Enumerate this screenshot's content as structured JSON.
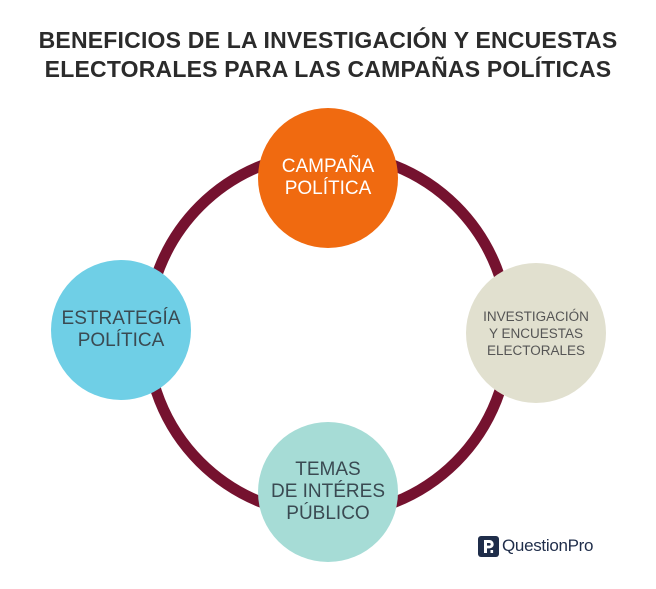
{
  "title": {
    "line1": "BENEFICIOS DE LA INVESTIGACIÓN Y ENCUESTAS",
    "line2": "ELECTORALES PARA LAS CAMPAÑAS POLÍTICAS"
  },
  "nodes": {
    "campana": {
      "line1": "CAMPAÑA",
      "line2": "POLÍTICA"
    },
    "estrategia": {
      "line1": "ESTRATEGÍA",
      "line2": "POLÍTICA"
    },
    "investigacion": {
      "line1": "INVESTIGACIÓN",
      "line2": "Y ENCUESTAS",
      "line3": "ELECTORALES"
    },
    "temas": {
      "line1": "TEMAS",
      "line2": "DE INTÉRES",
      "line3": "PÚBLICO"
    }
  },
  "colors": {
    "ring": "#75122f",
    "campana": "#f06a10",
    "estrategia": "#6fcfe6",
    "investigacion": "#e1e0cf",
    "temas": "#a6dcd6",
    "brand": "#1f2d4a"
  },
  "logo": {
    "icon": "questionpro-logo-icon",
    "text": "QuestionPro"
  }
}
